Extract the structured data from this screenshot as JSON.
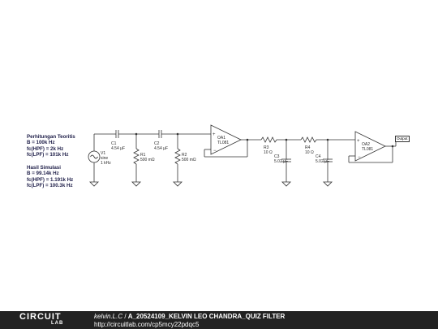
{
  "notes": {
    "theory_heading": "Perhitungan Teoritis",
    "theory_lines": [
      "B = 100k Hz",
      "fc(HPF) = 2k Hz",
      "fc(LPF) = 101k Hz"
    ],
    "sim_heading": "Hasil Simulasi",
    "sim_lines": [
      "B = 99.14k Hz",
      "fc(HPF) = 1.191k Hz",
      "fc(LPF) = 100.3k Hz"
    ]
  },
  "components": {
    "v1": {
      "name": "V1",
      "type": "sine",
      "value": "1 kHz"
    },
    "c1": {
      "name": "C1",
      "value": "4.54 µF"
    },
    "r1": {
      "name": "R1",
      "value": "500 mΩ"
    },
    "c2": {
      "name": "C2",
      "value": "4.54 µF"
    },
    "r2": {
      "name": "R2",
      "value": "500 mΩ"
    },
    "oa1": {
      "name": "OA1",
      "model": "TL081"
    },
    "r3": {
      "name": "R3",
      "value": "10 Ω"
    },
    "c3": {
      "name": "C3",
      "value": "5.02 µF"
    },
    "r4": {
      "name": "R4",
      "value": "10 Ω"
    },
    "c4": {
      "name": "C4",
      "value": "5.02 µF"
    },
    "oa2": {
      "name": "OA2",
      "model": "TL081"
    },
    "output": {
      "label": "Output"
    }
  },
  "footer": {
    "logo_top": "CIRCUIT",
    "logo_bottom": "LAB",
    "author": "kelvin.L.C",
    "separator": " / ",
    "title": "A_20524109_KELVIN LEO CHANDRA_QUIZ FILTER",
    "url": "http://circuitlab.com/cp5mcy22pdqc5"
  }
}
